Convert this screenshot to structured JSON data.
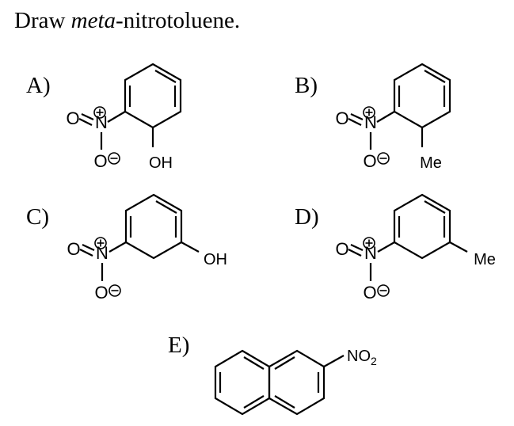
{
  "question": {
    "prefix": "Draw ",
    "emphasis": "meta",
    "suffix": "-nitrotoluene."
  },
  "choices": [
    {
      "id": "A",
      "label": "A)",
      "atoms": {
        "n": "N",
        "o_double": "O",
        "o_single": "O",
        "substituent": "OH"
      }
    },
    {
      "id": "B",
      "label": "B)",
      "atoms": {
        "n": "N",
        "o_double": "O",
        "o_single": "O",
        "substituent": "Me"
      }
    },
    {
      "id": "C",
      "label": "C)",
      "atoms": {
        "n": "N",
        "o_double": "O",
        "o_single": "O",
        "substituent": "OH"
      }
    },
    {
      "id": "D",
      "label": "D)",
      "atoms": {
        "n": "N",
        "o_double": "O",
        "o_single": "O",
        "substituent": "Me"
      }
    },
    {
      "id": "E",
      "label": "E)",
      "atoms": {
        "nitro_group": "NO",
        "nitro_subscript": "2"
      }
    }
  ],
  "charges": {
    "positive": "+",
    "negative": "−"
  }
}
